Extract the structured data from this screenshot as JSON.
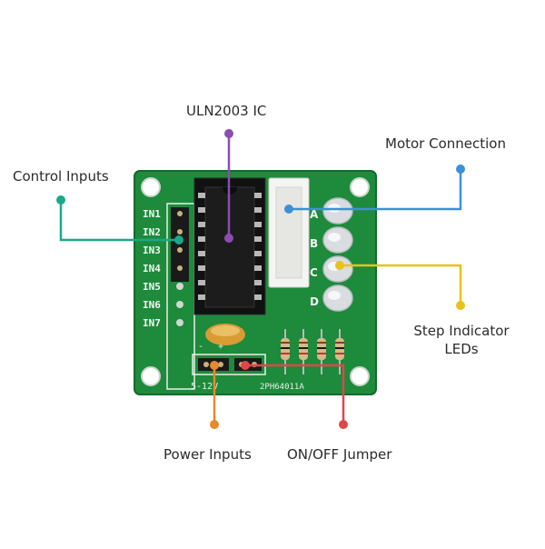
{
  "labels": {
    "uln2003_ic": "ULN2003 IC",
    "motor_connection": "Motor Connection",
    "control_inputs": "Control Inputs",
    "step_indicator_line1": "Step Indicator",
    "step_indicator_line2": "LEDs",
    "power_inputs": "Power Inputs",
    "on_off_jumper": "ON/OFF Jumper"
  },
  "board": {
    "input_pins": [
      "IN1",
      "IN2",
      "IN3",
      "IN4",
      "IN5",
      "IN6",
      "IN7"
    ],
    "led_letters": [
      "A",
      "B",
      "C",
      "D"
    ],
    "power_text": "5-12V",
    "part_code": "2PH64011A",
    "minus_sign": "-",
    "plus_sign": "+"
  },
  "colors": {
    "board_green": "#1e8a3c",
    "board_dark": "#126b2b",
    "ic_purple": "#8a4db0",
    "motor_blue": "#3d8fd8",
    "inputs_teal": "#1aa88a",
    "leds_yellow": "#e7c21a",
    "power_orange": "#e8892e",
    "jumper_red": "#e0474a"
  }
}
